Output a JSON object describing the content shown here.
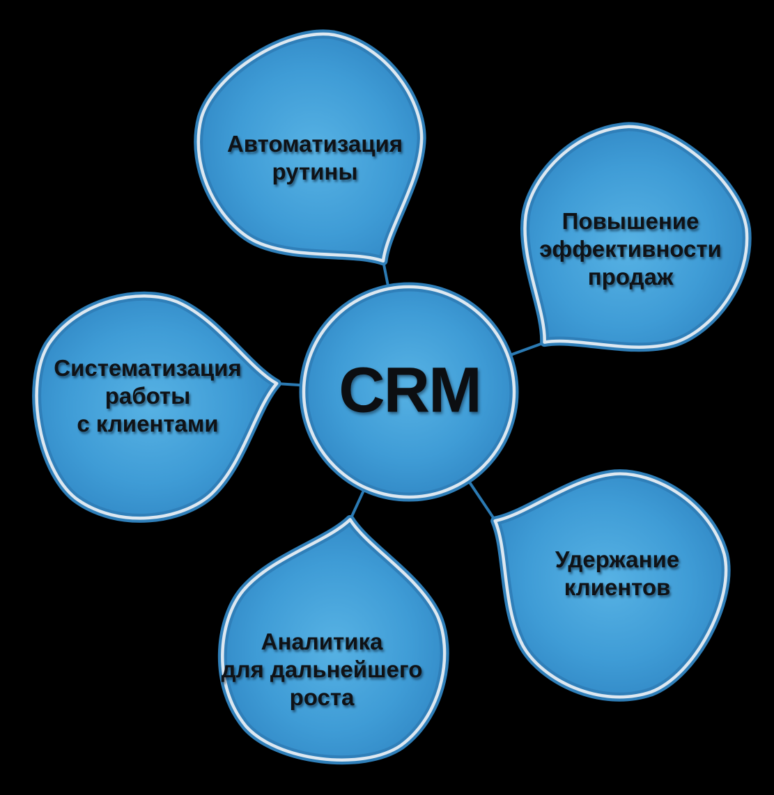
{
  "diagram": {
    "title_hint": "CRM benefits radial diagram",
    "background_color": "#000000",
    "center": {
      "label": "CRM"
    },
    "nodes": [
      {
        "id": "automation",
        "label": "Автоматизация\nрутины"
      },
      {
        "id": "sales-efficiency",
        "label": "Повышение\nэффективности\nпродаж"
      },
      {
        "id": "systematization",
        "label": "Систематизация\nработы\nс клиентами"
      },
      {
        "id": "retention",
        "label": "Удержание\nклиентов"
      },
      {
        "id": "analytics",
        "label": "Аналитика\nдля дальнейшего\nроста"
      }
    ],
    "colors": {
      "fill_light": "#57b2e4",
      "fill_mid": "#3f9cd6",
      "fill_dark": "#2d82c0",
      "border_blue": "#2f7fb9",
      "ring_white": "#dde8f1",
      "connector": "#2b7ab3",
      "text": "#0f1216"
    }
  }
}
